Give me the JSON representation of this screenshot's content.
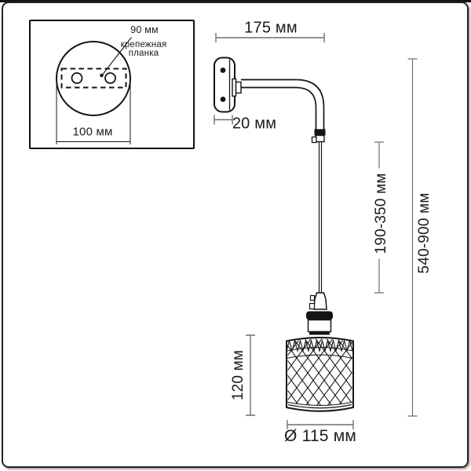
{
  "mounting_detail": {
    "hole_spacing": "90 мм",
    "plate_name_line1": "крепежная",
    "plate_name_line2": "планка",
    "plate_width": "100 мм"
  },
  "dimensions": {
    "arm_projection": "175 мм",
    "base_depth": "20 мм",
    "suspension_range": "190-350 мм",
    "overall_height": "540-900 мм",
    "shade_height": "120 мм",
    "shade_diameter": "Ø 115 мм"
  },
  "colors": {
    "outline": "#141414",
    "dimension_line": "#6f6f6f",
    "text": "#1c1c1c",
    "background": "#ffffff"
  }
}
